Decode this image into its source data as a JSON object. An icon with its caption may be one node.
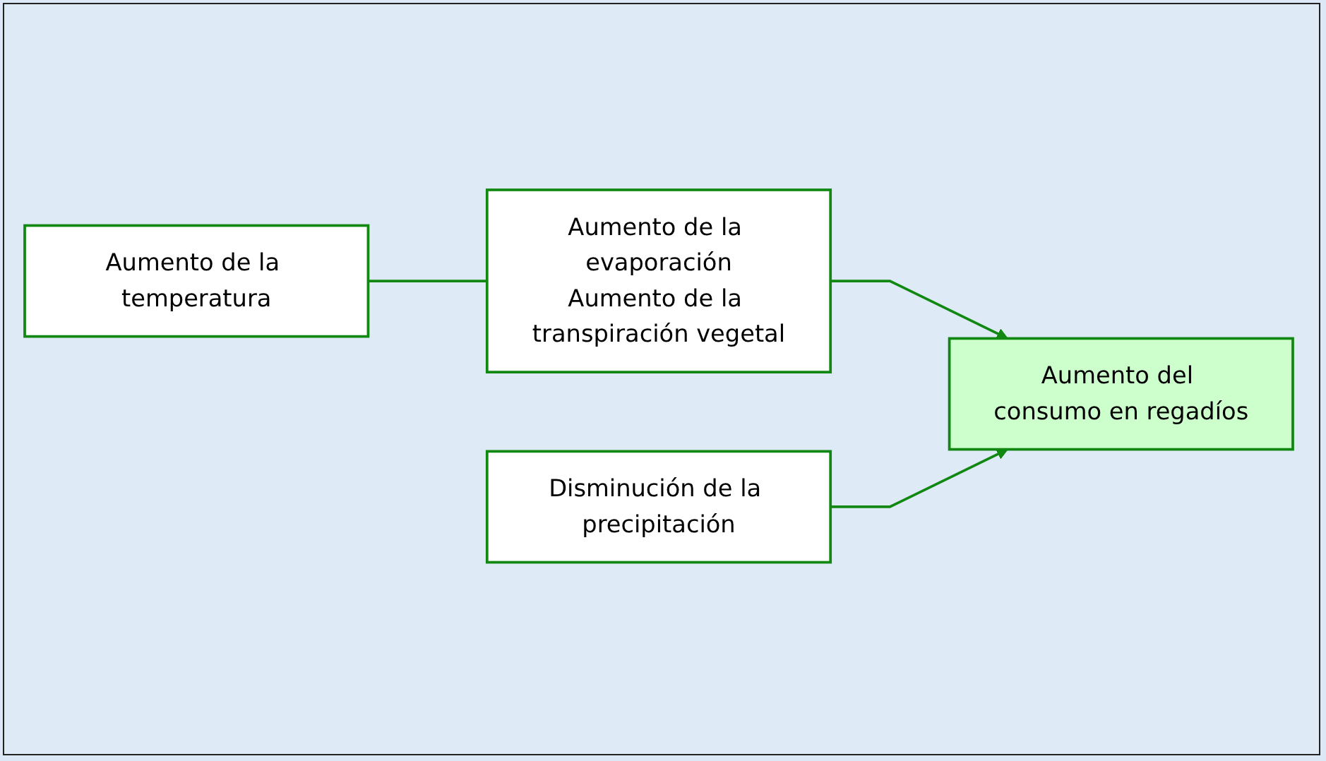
{
  "diagram": {
    "nodes": [
      {
        "text": [
          "Aumento de la temperatura"
        ]
      },
      {
        "text": [
          "Aumento de la evaporación",
          "Aumento de la transpiración vegetal"
        ]
      },
      {
        "text": [
          "Aumento del consumo en regadíos"
        ]
      },
      {
        "text": [
          "Disminución de la precipitación"
        ]
      }
    ],
    "edges": [
      {
        "from": 0,
        "to": 1,
        "arrow": "none"
      },
      {
        "from": 1,
        "to": 2,
        "arrow": "to"
      },
      {
        "from": 3,
        "to": 2,
        "arrow": "to"
      }
    ]
  }
}
